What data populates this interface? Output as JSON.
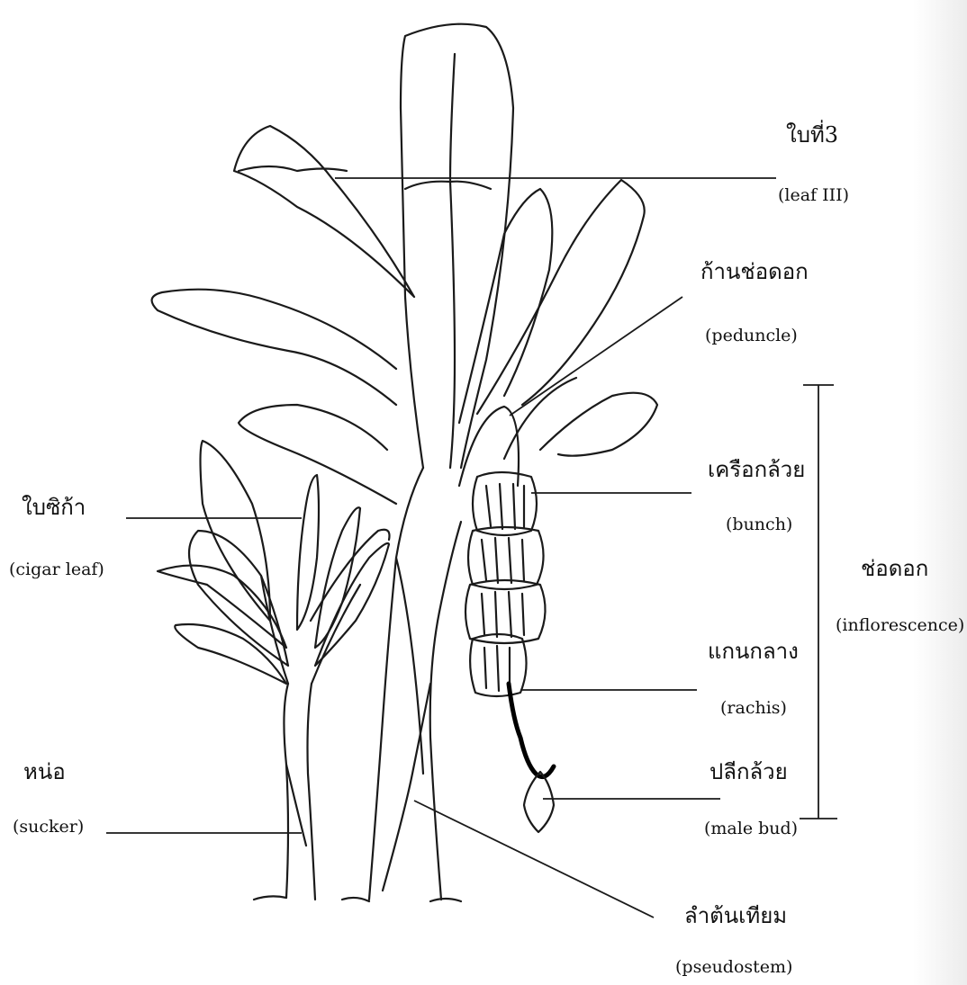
{
  "labels": {
    "leaf3": {
      "thai": "ใบที่3",
      "english": "(leaf III)"
    },
    "peduncle": {
      "thai": "ก้านช่อดอก",
      "english": "(peduncle)"
    },
    "bunch": {
      "thai": "เครือกล้วย",
      "english": "(bunch)"
    },
    "inflorescence": {
      "thai": "ช่อดอก",
      "english": "(inflorescence)"
    },
    "cigar_leaf": {
      "thai": "ใบซิก้า",
      "english": "(cigar leaf)"
    },
    "rachis": {
      "thai": "แกนกลาง",
      "english": "(rachis)"
    },
    "sucker": {
      "thai": "หน่อ",
      "english": "(sucker)"
    },
    "male_bud": {
      "thai": "ปลีกล้วย",
      "english": "(male bud)"
    },
    "pseudostem": {
      "thai": "ลำต้นเทียม",
      "english": "(pseudostem)"
    }
  },
  "colors": {
    "line": "#1a1a1a",
    "text": "#111111",
    "background": "#ffffff",
    "rachis": "#000000"
  }
}
